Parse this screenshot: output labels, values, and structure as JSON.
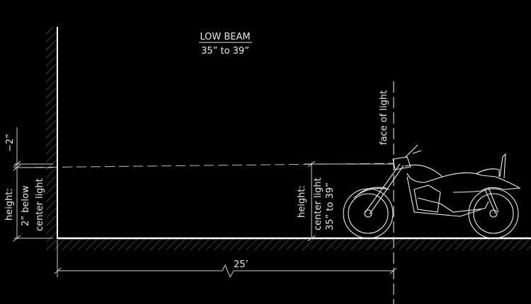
{
  "title": {
    "line1": "LOW BEAM",
    "line2": "35” to 39”"
  },
  "left_dimension": {
    "label1": "height:",
    "label2": "2” below",
    "label3": "center light",
    "offset": "−2”"
  },
  "right_dimension": {
    "label1": "height:",
    "label2": "center light",
    "label3": "35” to 39”"
  },
  "face_label": "face of light",
  "distance_label": "25’",
  "colors": {
    "background": "#000000",
    "line": "#ffffff",
    "dim": "#cfcfcf"
  }
}
